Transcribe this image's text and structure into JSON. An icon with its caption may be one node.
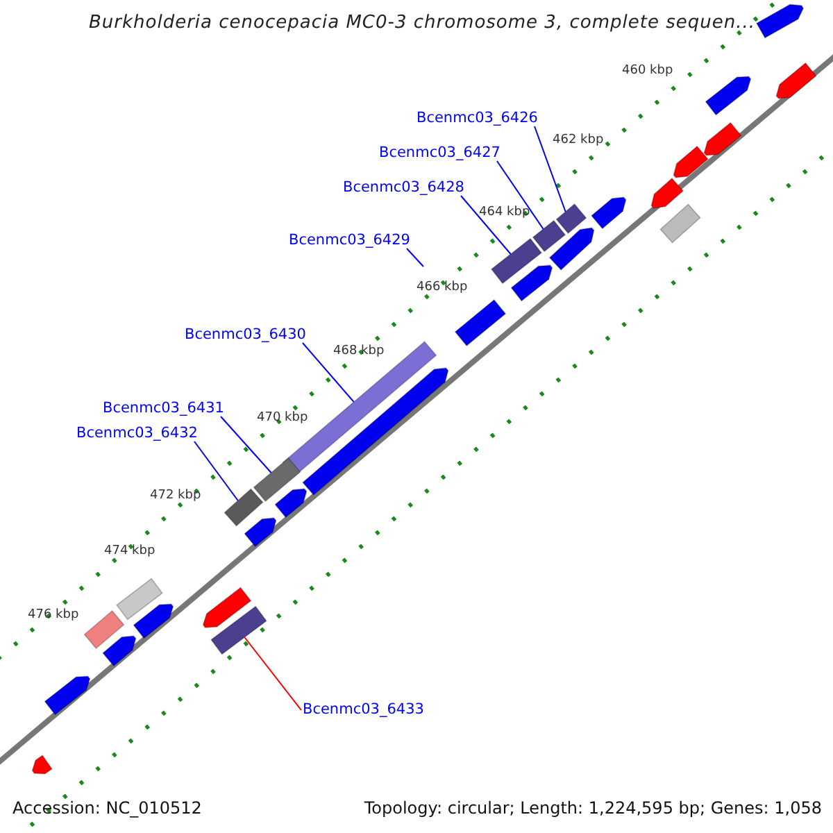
{
  "diagram": {
    "title": "Burkholderia cenocepacia MC0-3 chromosome 3, complete sequen...",
    "nodes": [
      {
        "text": [
          "Bcenmc03_6426"
        ]
      },
      {
        "text": [],
        "shape": "bar"
      },
      {
        "text": [
          "Bcenmc03_6427"
        ]
      },
      {
        "text": [],
        "shape": "bar"
      },
      {
        "text": [
          "Bcenmc03_6428"
        ]
      },
      {
        "text": [],
        "shape": "bar"
      },
      {
        "text": [
          "Bcenmc03_6429"
        ]
      },
      {
        "text": [
          "Bcenmc03_6430"
        ]
      },
      {
        "text": [],
        "shape": "bar"
      },
      {
        "text": [
          "Bcenmc03_6431"
        ]
      },
      {
        "text": [],
        "shape": "bar"
      },
      {
        "text": [
          "Bcenmc03_6432"
        ]
      },
      {
        "text": [],
        "shape": "bar"
      },
      {
        "text": [
          "Bcenmc03_6433"
        ]
      },
      {
        "text": [],
        "shape": "bar"
      },
      {
        "text": [],
        "shape": "arrow"
      },
      {
        "text": [],
        "shape": "arrow"
      },
      {
        "text": [],
        "shape": "arrow"
      },
      {
        "text": [],
        "shape": "arrow"
      },
      {
        "text": [],
        "shape": "arrow"
      },
      {
        "text": [],
        "shape": "arrow"
      },
      {
        "text": [],
        "shape": "arrow"
      },
      {
        "text": [],
        "shape": "bar"
      },
      {
        "text": [],
        "shape": "arrow"
      },
      {
        "text": [],
        "shape": "arrow"
      },
      {
        "text": [],
        "shape": "bar"
      },
      {
        "text": [],
        "shape": "arrow"
      },
      {
        "text": [],
        "shape": "arrow"
      },
      {
        "text": [],
        "shape": "arrow"
      },
      {
        "text": [],
        "shape": "bar"
      },
      {
        "text": [],
        "shape": "arrow"
      },
      {
        "text": [],
        "shape": "arrow"
      },
      {
        "text": [],
        "shape": "bar"
      },
      {
        "text": [],
        "shape": "arrow"
      },
      {
        "text": [],
        "shape": "arrow"
      },
      {
        "text": [],
        "shape": "arrow"
      }
    ],
    "edges": [
      {
        "from": 0,
        "to": 1,
        "arrow": "none"
      },
      {
        "from": 2,
        "to": 3,
        "arrow": "none"
      },
      {
        "from": 4,
        "to": 5,
        "arrow": "none"
      },
      {
        "from": 6,
        "to": null,
        "arrow": "none"
      },
      {
        "from": 7,
        "to": 8,
        "arrow": "none"
      },
      {
        "from": 9,
        "to": 10,
        "arrow": "none"
      },
      {
        "from": 11,
        "to": 12,
        "arrow": "none"
      },
      {
        "from": 13,
        "to": 14,
        "arrow": "none",
        "color": "#ff0000"
      }
    ],
    "labels": [
      "460 kbp",
      "462 kbp",
      "464 kbp",
      "466 kbp",
      "468 kbp",
      "470 kbp",
      "472 kbp",
      "474 kbp",
      "476 kbp",
      "Accession: NC_010512",
      "Topology: circular; Length: 1,224,595 bp; Genes: 1,058"
    ]
  }
}
